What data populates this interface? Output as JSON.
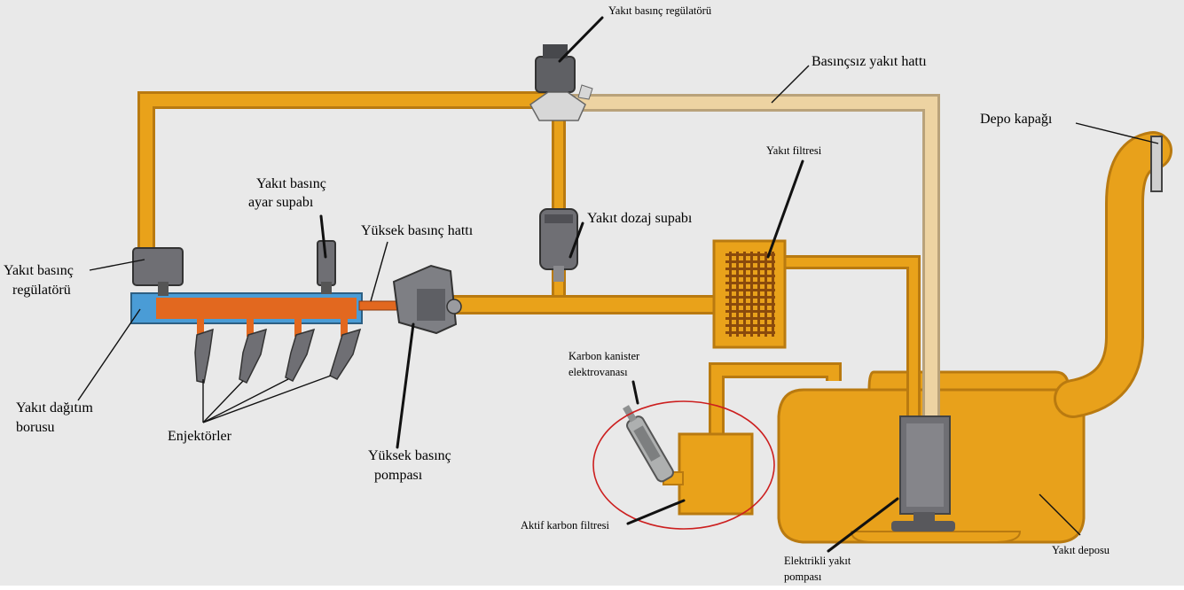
{
  "labels": {
    "pressure_regulator_top": "Yakıt basınç regülatörü",
    "unpressurized_line": "Basınçsız yakıt hattı",
    "tank_cap": "Depo kapağı",
    "fuel_filter": "Yakıt filtresi",
    "pressure_adjust_valve_line1": "Yakıt basınç",
    "pressure_adjust_valve_line2": "ayar supabı",
    "high_pressure_line": "Yüksek basınç hattı",
    "dosing_valve": "Yakıt dozaj supabı",
    "pressure_regulator_left_line1": "Yakıt basınç",
    "pressure_regulator_left_line2": "regülatörü",
    "distribution_pipe_line1": "Yakıt dağıtım",
    "distribution_pipe_line2": "borusu",
    "injectors": "Enjektörler",
    "high_pressure_pump_line1": "Yüksek basınç",
    "high_pressure_pump_line2": "pompası",
    "canister_valve_line1": "Karbon kanister",
    "canister_valve_line2": "elektrovanası",
    "carbon_filter": "Aktif karbon filtresi",
    "electric_pump_line1": "Elektrikli yakıt",
    "electric_pump_line2": "pompası",
    "fuel_tank": "Yakıt deposu"
  },
  "colors": {
    "background": "#e9e9e9",
    "fuel_line": "#e9a21a",
    "fuel_line_dark": "#b97a10",
    "return_line": "#edd3a2",
    "high_pressure": "#e2681f",
    "rail_blue": "#4a9cd6",
    "tank": "#e8a11b",
    "pump": "#6f6f74",
    "highlight_circle": "#cc1f1f"
  }
}
